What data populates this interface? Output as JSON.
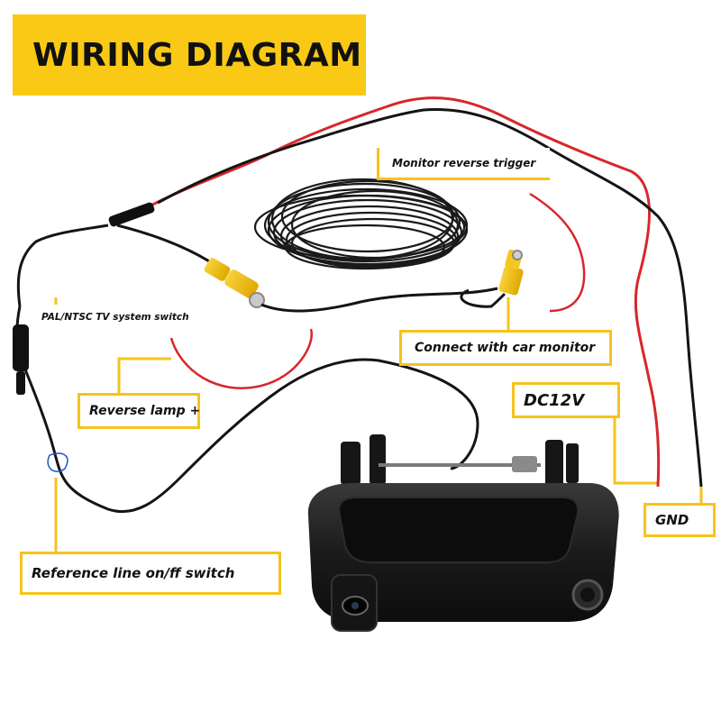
{
  "title": "WIRING DIAGRAM",
  "labels": {
    "monitor_reverse_trigger": "Monitor reverse trigger",
    "pal_ntsc_switch": "PAL/NTSC TV system switch",
    "connect_car_monitor": "Connect with car monitor",
    "reverse_lamp": "Reverse lamp +",
    "dc12v": "DC12V",
    "gnd": "GND",
    "reference_line_switch": "Reference line on/ff switch"
  },
  "colors": {
    "accent_yellow": "#f9c916",
    "label_border": "#f6c31c",
    "wire_red": "#d8262b",
    "wire_black": "#141414",
    "rca_yellow": "#f2c200",
    "camera_body": "#1e1e1e"
  }
}
